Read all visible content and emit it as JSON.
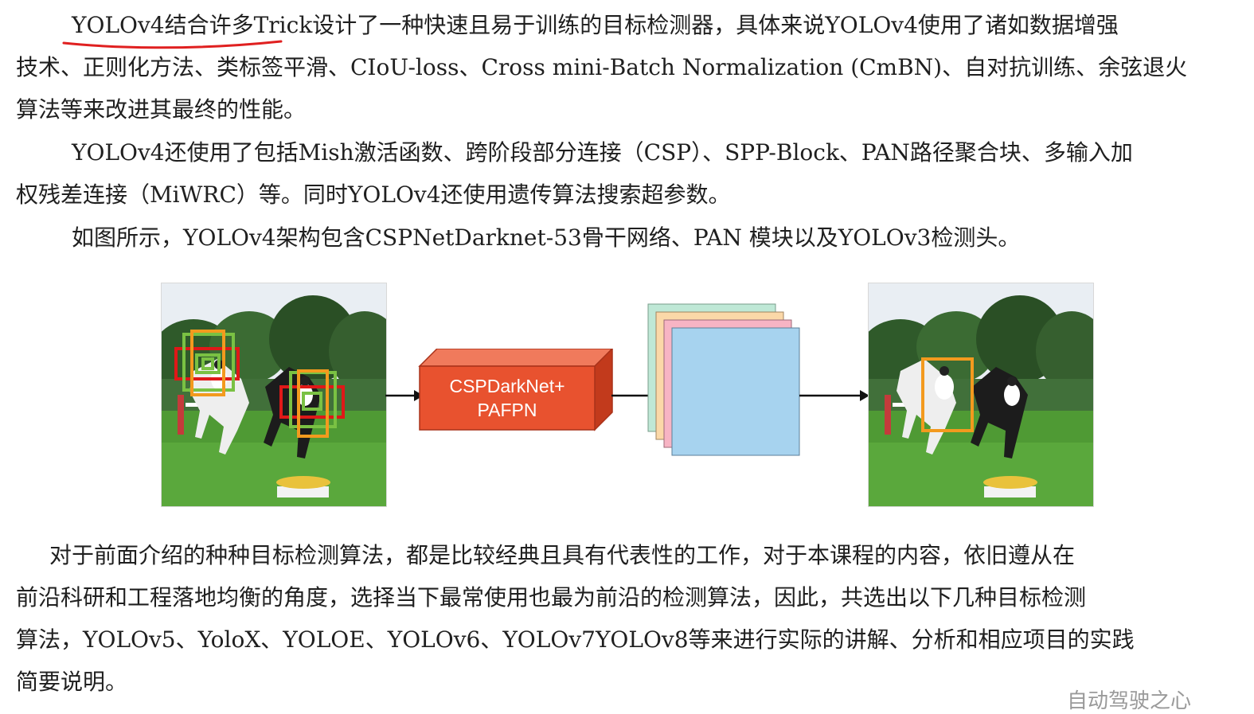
{
  "paragraphs": {
    "p1_highlight": "YOLOv4结合许多Trick",
    "p1_rest_line1": "设计了一种快速且易于训练的目标检测器，具体来说YOLOv4使用了诸如数据增强",
    "p1_line2": "技术、正则化方法、类标签平滑、CIoU-loss、Cross mini-Batch Normalization (CmBN)、自对抗训练、余弦退火",
    "p1_line3": "算法等来改进其最终的性能。",
    "p2_line1": "YOLOv4还使用了包括Mish激活函数、跨阶段部分连接（CSP）、SPP-Block、PAN路径聚合块、多输入加",
    "p2_line2": "权残差连接（MiWRC）等。同时YOLOv4还使用遗传算法搜索超参数。",
    "p3_line1": "如图所示，YOLOv4架构包含CSPNetDarknet-53骨干网络、PAN 模块以及YOLOv3检测头。",
    "p4_line1": "对于前面介绍的种种目标检测算法，都是比较经典且具有代表性的工作，对于本课程的内容，依旧遵从在",
    "p4_line2": "前沿科研和工程落地均衡的角度，选择当下最常使用也最为前沿的检测算法，因此，共选出以下几种目标检测",
    "p4_line3": "算法，YOLOv5、YoloX、YOLOE、YOLOv6、YOLOv7YOLOv8等来进行实际的讲解、分析和相应项目的实践",
    "p4_line4": "简要说明。"
  },
  "figure": {
    "block_label_line1": "CSPDarkNet+",
    "block_label_line2": "PAFPN"
  },
  "watermark": "自动驾驶之心",
  "colors": {
    "block_front": "#e8522f",
    "block_top": "#f07a5c",
    "block_side": "#c23a1c",
    "annotation_red": "#e02020",
    "box_red": "#e01818",
    "box_orange": "#f39a1e",
    "box_green": "#7ac143"
  }
}
